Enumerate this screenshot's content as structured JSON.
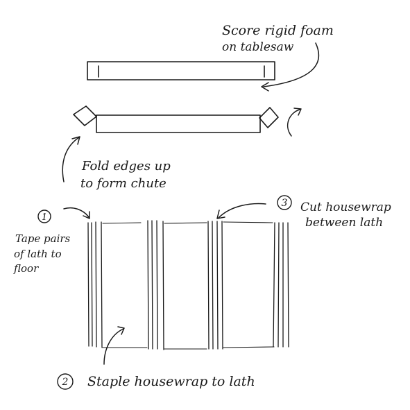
{
  "labels": {
    "score": [
      "Score rigid foam",
      "on tablesaw"
    ],
    "fold": [
      "Fold edges up",
      "to form chute"
    ],
    "cut": [
      "Cut housewrap",
      "between lath"
    ],
    "tape": [
      "Tape pairs",
      "of lath to",
      "floor"
    ],
    "staple": "Staple housewrap to lath"
  },
  "steps": {
    "one": "1",
    "two": "2",
    "three": "3"
  }
}
